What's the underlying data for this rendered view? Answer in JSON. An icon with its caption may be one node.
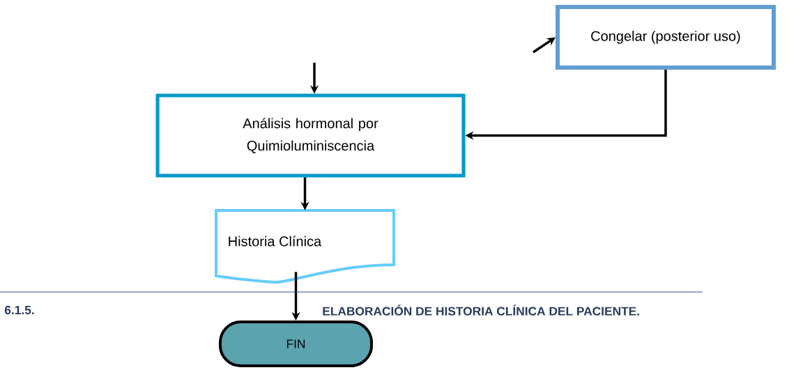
{
  "diagram": {
    "nodes": [
      {
        "text": [
          "Congelar (posterior uso)"
        ]
      },
      {
        "text": [
          "Análisis hormonal por Quimioluminiscencia"
        ]
      },
      {
        "text": [
          "Historia Clínica"
        ]
      },
      {
        "text": [
          "FIN"
        ]
      }
    ],
    "edges": [
      {
        "from": null,
        "to": 0,
        "arrow": "to"
      },
      {
        "from": null,
        "to": 1,
        "arrow": "to"
      },
      {
        "from": 0,
        "to": 1,
        "arrow": "to"
      },
      {
        "from": 1,
        "to": 2,
        "arrow": "to"
      },
      {
        "from": 2,
        "to": 3,
        "arrow": "to"
      }
    ],
    "labels": [
      "6.1.5.",
      "ELABORACIÓN DE HISTORIA CLÍNICA DEL PACIENTE."
    ]
  }
}
